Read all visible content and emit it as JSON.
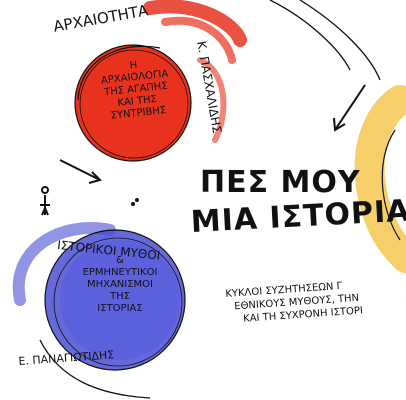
{
  "red_circle": {
    "top_label": "ΑΡΧΑΙΟΤΗΤΑ",
    "side_label": "Κ. ΠΑΣΧΑΛΙΔΗΣ",
    "lines": [
      "Η",
      "ΑΡΧΑΙΟΛΟΓΙΑ",
      "ΤΗΣ ΑΓΑΠΗΣ",
      "ΚΑΙ ΤΗΣ",
      "ΣΥΝΤΡΙΒΗΣ"
    ],
    "color": "#e8321e"
  },
  "blue_circle": {
    "top_label": "ΙΣΤΟΡΙΚΟΙ ΜΥΘΟΙ",
    "side_label": "Ε. ΠΑΝΑΓΙΩΤΙΔΗΣ",
    "lines": [
      "&",
      "ΕΡΜΗΝΕΥΤΙΚΟΙ",
      "ΜΗΧΑΝΙΣΜΟΙ",
      "ΤΗΣ",
      "ΙΣΤΟΡΙΑΣ"
    ],
    "color": "#4a4fd4"
  },
  "title": {
    "line1": "ΠΕΣ ΜΟΥ",
    "line2": "ΜΙΑ ΙΣΤΟΡΙΑ"
  },
  "subtitle": {
    "line1": "ΚΥΚΛΟΙ ΣΥΖΗΤΗΣΕΩΝ Γ",
    "line2": "ΕΘΝΙΚΟΥΣ ΜΥΘΟΥΣ, ΤΗΝ",
    "line3": "ΚΑΙ ΤΗ ΣΥΧΡΟΝΗ ΙΣΤΟΡΙ"
  },
  "colors": {
    "yellow_accent": "#f6cf6a",
    "ink": "#111111"
  }
}
